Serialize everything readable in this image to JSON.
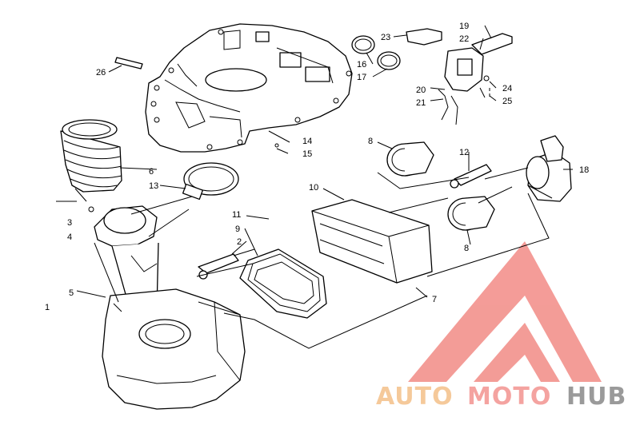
{
  "diagram": {
    "callouts": [
      {
        "id": "c1",
        "label": "1"
      },
      {
        "id": "c2",
        "label": "2"
      },
      {
        "id": "c3",
        "label": "3"
      },
      {
        "id": "c4",
        "label": "4"
      },
      {
        "id": "c5",
        "label": "5"
      },
      {
        "id": "c6",
        "label": "6"
      },
      {
        "id": "c7",
        "label": "7"
      },
      {
        "id": "c8a",
        "label": "8"
      },
      {
        "id": "c8b",
        "label": "8"
      },
      {
        "id": "c9",
        "label": "9"
      },
      {
        "id": "c10",
        "label": "10"
      },
      {
        "id": "c11",
        "label": "11"
      },
      {
        "id": "c12",
        "label": "12"
      },
      {
        "id": "c13",
        "label": "13"
      },
      {
        "id": "c14",
        "label": "14"
      },
      {
        "id": "c15",
        "label": "15"
      },
      {
        "id": "c16",
        "label": "16"
      },
      {
        "id": "c17",
        "label": "17"
      },
      {
        "id": "c18",
        "label": "18"
      },
      {
        "id": "c19",
        "label": "19"
      },
      {
        "id": "c20",
        "label": "20"
      },
      {
        "id": "c21",
        "label": "21"
      },
      {
        "id": "c22",
        "label": "22"
      },
      {
        "id": "c23",
        "label": "23"
      },
      {
        "id": "c24",
        "label": "24"
      },
      {
        "id": "c25",
        "label": "25"
      },
      {
        "id": "c26",
        "label": "26"
      }
    ]
  },
  "watermark": {
    "part1": "AUTO",
    "part2": "MOTO",
    "part3": "HUB",
    "color_auto": "#f5c99a",
    "color_moto": "#f4a3a0",
    "color_hub": "#9a9a9a",
    "logo_color": "#f28b86"
  }
}
